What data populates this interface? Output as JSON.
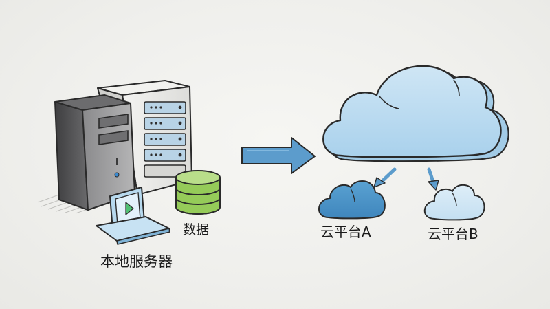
{
  "labels": {
    "data": "数据",
    "local_server": "本地服务器",
    "cloud_a": "云平台A",
    "cloud_b": "云平台B"
  },
  "colors": {
    "background": "#efefec",
    "outline": "#2a2a2a",
    "server_dark": "#505052",
    "server_light": "#e7e7e4",
    "database_green": "#9ccf62",
    "laptop_blue": "#b7d9ee",
    "arrow_blue": "#5c9ccc",
    "cloud_main": "#bcdcf0",
    "cloud_a": "#4a93c8",
    "cloud_b": "#cfe5f3"
  },
  "icons": {
    "dark_server": "server-tower-icon",
    "light_server": "server-rack-icon",
    "database": "database-icon",
    "laptop": "laptop-icon",
    "main_cloud": "cloud-icon",
    "cloud_a": "cloud-icon",
    "cloud_b": "cloud-icon",
    "main_arrow": "arrow-right-icon"
  }
}
